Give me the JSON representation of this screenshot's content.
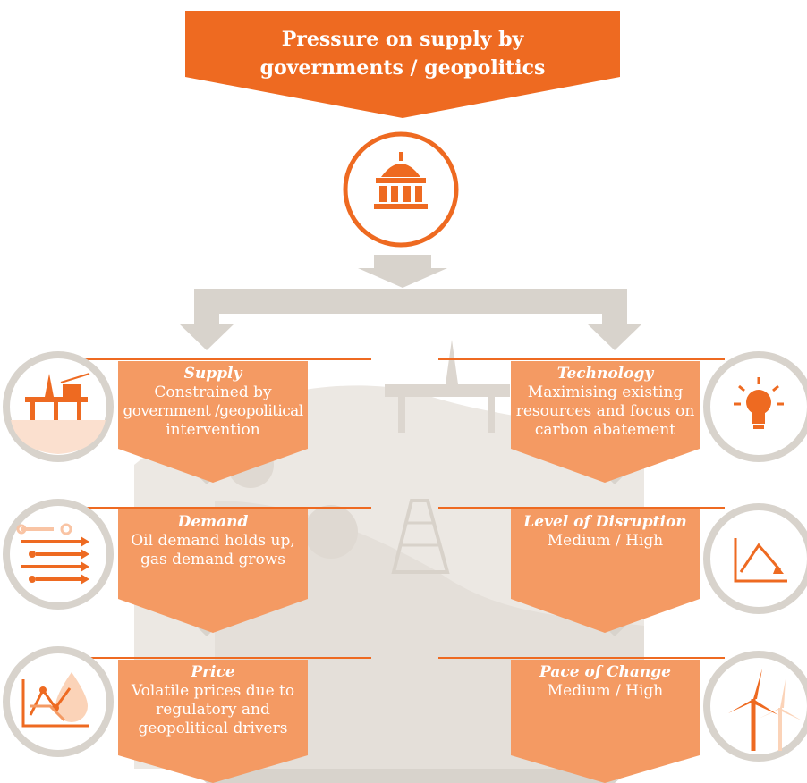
{
  "header": {
    "line1": "Pressure on supply by",
    "line2": "governments / geopolitics"
  },
  "icons": {
    "header": "government-building-icon",
    "supply": "offshore-oil-rig-icon",
    "demand": "arrows-flow-icon",
    "price": "price-chart-droplet-icon",
    "technology": "lightbulb-icon",
    "disruption": "declining-chart-icon",
    "pace": "wind-turbine-icon"
  },
  "left": [
    {
      "title": "Supply",
      "lines": [
        "Constrained by",
        "government /geopolitical",
        "intervention"
      ]
    },
    {
      "title": "Demand",
      "lines": [
        "Oil demand holds up,",
        "gas demand grows"
      ]
    },
    {
      "title": "Price",
      "lines": [
        "Volatile prices due to",
        "regulatory and",
        "geopolitical drivers"
      ]
    }
  ],
  "right": [
    {
      "title": "Technology",
      "lines": [
        "Maximising existing",
        "resources and focus on",
        "carbon abatement"
      ]
    },
    {
      "title": "Level of Disruption",
      "lines": [
        "Medium / High"
      ]
    },
    {
      "title": "Pace of Change",
      "lines": [
        "Medium / High"
      ]
    }
  ],
  "colors": {
    "orange_dark": "#ee6a21",
    "orange_light": "#f49a63",
    "grey": "#d8d3cc",
    "grey_light": "#ece8e3"
  }
}
